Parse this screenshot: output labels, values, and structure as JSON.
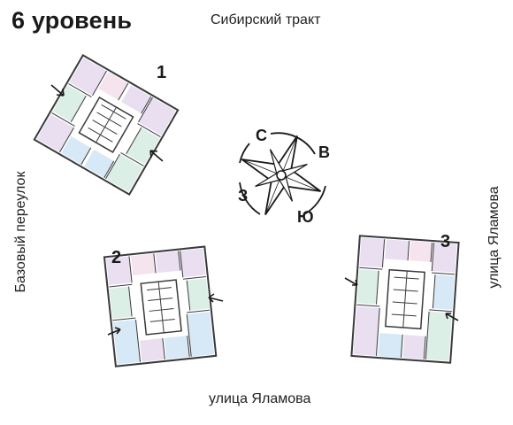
{
  "header": {
    "title": "6 уровень"
  },
  "streets": {
    "top": "Сибирский тракт",
    "bottom": "улица Яламова",
    "left": "Базовый переулок",
    "right": "улица Яламова"
  },
  "compass": {
    "north": "С",
    "east": "В",
    "west": "З",
    "south": "Ю"
  },
  "buildings": [
    {
      "number": "1"
    },
    {
      "number": "2"
    },
    {
      "number": "3"
    }
  ],
  "colors": {
    "wall": "#3a3a3a",
    "room_purple": "#e9dff1",
    "room_green": "#dcefe6",
    "room_blue": "#d7e9f6",
    "room_pink": "#f5e4ee"
  },
  "icons": {
    "entrance_arrow": "arrow-icon",
    "compass_rose": "compass-rose-icon"
  }
}
